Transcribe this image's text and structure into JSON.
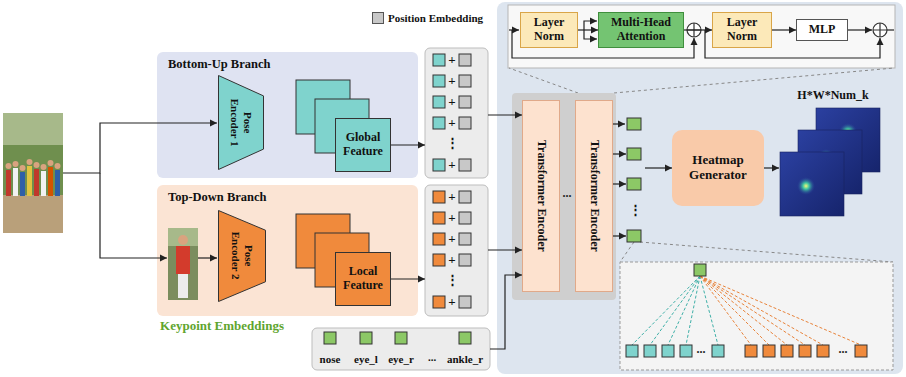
{
  "diagram": {
    "nodes": [
      {
        "text": [
          "Bottom-Up Branch"
        ]
      },
      {
        "text": [
          "Pose Encoder 1"
        ],
        "in": 0
      },
      {
        "text": [
          "Global Feature"
        ],
        "in": 0
      },
      {
        "text": [
          "+",
          "+",
          "+",
          "+",
          "⋮",
          "+"
        ]
      },
      {
        "text": [
          "Top-Down Branch"
        ]
      },
      {
        "text": [
          "Pose Encoder 2"
        ],
        "in": 4
      },
      {
        "text": [
          "Local Feature"
        ],
        "in": 4
      },
      {
        "text": [
          "+",
          "+",
          "+",
          "+",
          "⋮",
          "+"
        ]
      },
      {
        "text": [
          "nose",
          "eye_l",
          "eye_r",
          "...",
          "ankle_r"
        ]
      },
      {
        "text": [
          "Layer Norm"
        ]
      },
      {
        "text": [
          "Multi-Head Attention"
        ]
      },
      {
        "text": [
          "Layer Norm"
        ]
      },
      {
        "text": [
          "MLP"
        ]
      },
      {
        "text": [
          "Transformer Encoder"
        ]
      },
      {
        "text": [
          "Transformer Encoder"
        ]
      },
      {
        "text": [
          "⋮"
        ]
      },
      {
        "text": [
          "Heatmap Generator"
        ]
      }
    ],
    "edges": [
      {
        "from": 2,
        "to": 3,
        "arrow": "to"
      },
      {
        "from": 6,
        "to": 7,
        "arrow": "to"
      },
      {
        "from": 3,
        "to": 13,
        "arrow": "to"
      },
      {
        "from": 7,
        "to": 13,
        "arrow": "to"
      },
      {
        "from": 8,
        "to": 13,
        "arrow": "to"
      },
      {
        "from": 9,
        "to": 10,
        "arrow": "to"
      },
      {
        "from": 10,
        "to": 11,
        "arrow": "to"
      },
      {
        "from": 11,
        "to": 12,
        "arrow": "to"
      },
      {
        "from": 14,
        "to": 15,
        "arrow": "to"
      },
      {
        "from": 15,
        "to": 16,
        "arrow": "to"
      }
    ],
    "labels": [
      "Keypoint Embeddings",
      "...",
      "H*W*Num_k",
      "...",
      "..."
    ],
    "legend": [
      {
        "text": "Position Embedding",
        "color": "#c8c8c8"
      }
    ]
  }
}
